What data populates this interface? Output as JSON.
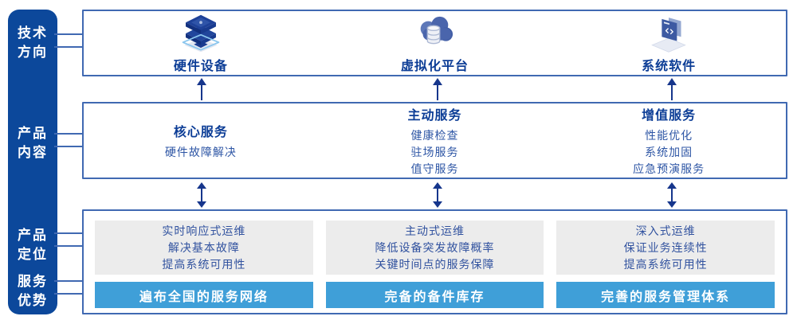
{
  "sidebar": {
    "items": [
      {
        "label": "技术方向"
      },
      {
        "label": "产品内容"
      },
      {
        "label": "产品定位"
      },
      {
        "label": "服务优势"
      }
    ]
  },
  "tech_row": {
    "items": [
      {
        "icon": "server-stack-icon",
        "label": "硬件设备"
      },
      {
        "icon": "cloud-database-icon",
        "label": "虚拟化平台"
      },
      {
        "icon": "code-window-icon",
        "label": "系统软件"
      }
    ]
  },
  "content_row": {
    "columns": [
      {
        "title": "核心服务",
        "items": [
          "硬件故障解决"
        ]
      },
      {
        "title": "主动服务",
        "items": [
          "健康检查",
          "驻场服务",
          "值守服务"
        ]
      },
      {
        "title": "增值服务",
        "items": [
          "性能优化",
          "系统加固",
          "应急预演服务"
        ]
      }
    ]
  },
  "position_row": {
    "columns": [
      {
        "lines": [
          "实时响应式运维",
          "解决基本故障",
          "提高系统可用性"
        ],
        "banner": "遍布全国的服务网络"
      },
      {
        "lines": [
          "主动式运维",
          "降低设备突发故障概率",
          "关键时间点的服务保障"
        ],
        "banner": "完备的备件库存"
      },
      {
        "lines": [
          "深入式运维",
          "保证业务连续性",
          "提高系统可用性"
        ],
        "banner": "完善的服务管理体系"
      }
    ]
  },
  "colors": {
    "sidebar_bg": "#0c489b",
    "box_border": "#4069b2",
    "arrow": "#16368c",
    "heading_text": "#0c3d96",
    "body_text": "#2e56a5",
    "gray_card_bg": "#ececec",
    "gray_card_text": "#31529f",
    "banner_bg": "#3f9fd8",
    "banner_text": "#ffffff"
  }
}
